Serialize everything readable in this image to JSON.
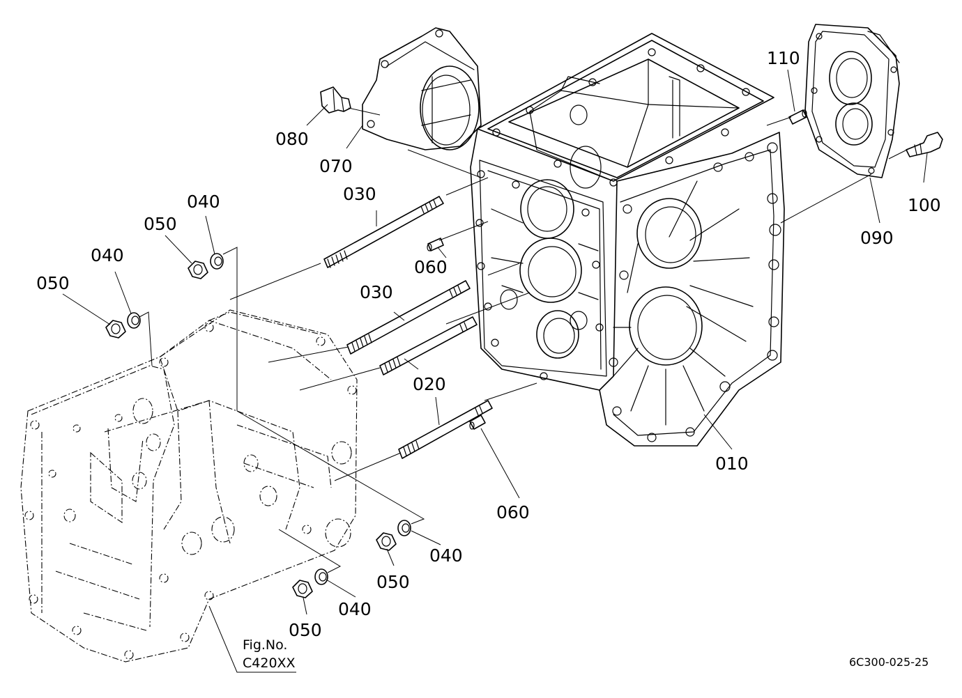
{
  "callouts": {
    "c010": "010",
    "c020": "020",
    "c030a": "030",
    "c030b": "030",
    "c040a": "040",
    "c040b": "040",
    "c040c": "040",
    "c040d": "040",
    "c050a": "050",
    "c050b": "050",
    "c050c": "050",
    "c050d": "050",
    "c060a": "060",
    "c060b": "060",
    "c070": "070",
    "c080": "080",
    "c090": "090",
    "c100": "100",
    "c110": "110"
  },
  "reference": {
    "line1": "Fig.No.",
    "line2": "C420XX"
  },
  "drawing_code": "6C300-025-25"
}
